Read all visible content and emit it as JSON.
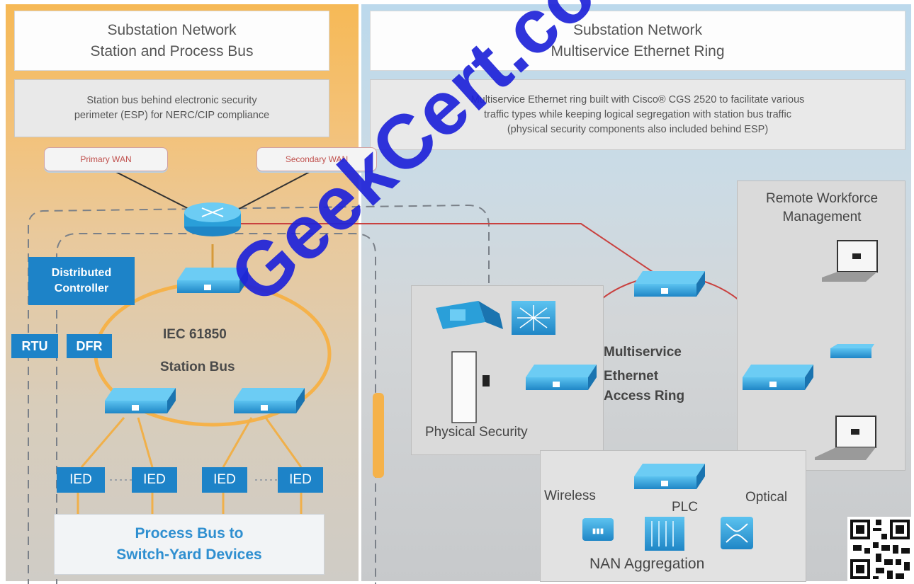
{
  "left_panel": {
    "title_line1": "Substation Network",
    "title_line2": "Station and Process Bus",
    "desc_line1": "Station bus behind electronic security",
    "desc_line2": "perimeter (ESP) for NERC/CIP compliance",
    "primary_wan": "Primary WAN",
    "secondary_wan": "Secondary WAN",
    "distributed_controller_line1": "Distributed",
    "distributed_controller_line2": "Controller",
    "rtu": "RTU",
    "dfr": "DFR",
    "bus_label_line1": "IEC 61850",
    "bus_label_line2": "Station Bus",
    "ied_labels": [
      "IED",
      "IED",
      "IED",
      "IED"
    ],
    "process_bus_line1": "Process Bus to",
    "process_bus_line2": "Switch-Yard Devices"
  },
  "right_panel": {
    "title_line1": "Substation Network",
    "title_line2": "Multiservice Ethernet Ring",
    "desc_line1": "Multiservice Ethernet ring built with Cisco® CGS 2520 to facilitate various",
    "desc_line2": "traffic types while keeping logical segregation with station bus traffic",
    "desc_line3": "(physical security components also included behind ESP)",
    "remote_line1": "Remote Workforce",
    "remote_line2": "Management",
    "ring_line1": "Multiservice",
    "ring_line2": "Ethernet",
    "ring_line3": "Access Ring",
    "physical_security": "Physical Security",
    "wireless": "Wireless",
    "plc": "PLC",
    "optical": "Optical",
    "nan_aggregation": "NAN Aggregation"
  },
  "watermark": "GeekCert.com",
  "colors": {
    "device_blue": "#2a9fd9",
    "ring_red": "#c9413f",
    "bus_orange": "#f3a93a",
    "watermark_blue": "#1f23d9"
  }
}
